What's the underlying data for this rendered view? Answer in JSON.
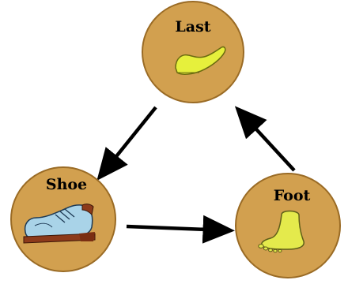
{
  "nodes": {
    "last": {
      "label": "Last",
      "icon": "shoe-last-icon"
    },
    "shoe": {
      "label": "Shoe",
      "icon": "shoe-icon"
    },
    "foot": {
      "label": "Foot",
      "icon": "foot-icon"
    }
  },
  "colors": {
    "circle_fill": "#D2A04F",
    "circle_stroke": "#9A6B25",
    "arrow": "#000000",
    "last_fill": "#E6F03C",
    "foot_fill": "#E4EA4C",
    "shoe_upper": "#A9D3E8",
    "shoe_sole": "#8C3A1A"
  },
  "arrows": [
    {
      "from": "last",
      "to": "shoe"
    },
    {
      "from": "shoe",
      "to": "foot"
    },
    {
      "from": "foot",
      "to": "last"
    }
  ]
}
